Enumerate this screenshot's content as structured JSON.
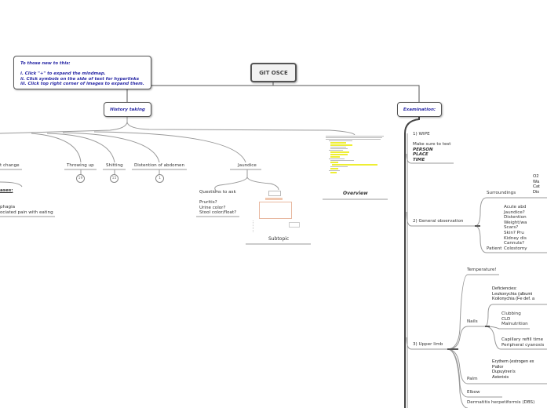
{
  "root": {
    "title": "GIT OSCE"
  },
  "instructions": {
    "heading": "To those new to this:",
    "lines": [
      "i. Click \"+\" to expand the mindmap.",
      "ii. Click symbols on the side of text for hyperlinks",
      "iii. Click top right corner of images to expand them."
    ]
  },
  "history": {
    "title": "History taking",
    "branches": [
      {
        "label": "t change"
      },
      {
        "label": "Throwing up",
        "count": "19"
      },
      {
        "label": "Shitting",
        "count": "15"
      },
      {
        "label": "Distention of abdomen",
        "count": "1"
      },
      {
        "label": "Jaundice"
      }
    ],
    "cases": {
      "label": "ases:",
      "lines": [
        "phagia",
        "ociated pain with eating"
      ]
    },
    "jaundice": {
      "questions": [
        "Questions to ask",
        "",
        "Pruritis?",
        "Urine color?",
        "Stool color/float?"
      ],
      "subtopic_label": "Subtopic"
    },
    "overview_label": "Overview"
  },
  "examination": {
    "title": "Examination:",
    "wipe": {
      "label": "1) WIPE",
      "note": "Make sure to test",
      "items": [
        "PERSON",
        "PLACE",
        "TIME"
      ]
    },
    "general": {
      "label": "2) General observation",
      "surroundings": {
        "label": "Surroundings",
        "items": [
          "O2",
          "Wa",
          "Cat",
          "Dis"
        ]
      },
      "patient": {
        "label": "Patient",
        "items": [
          "Acute abd",
          "Jaundice?",
          "Distention",
          "Weight/wa",
          "Scars?",
          "Skin? Pru",
          "Kidney dis",
          "Cannula?",
          "Colostomy"
        ]
      }
    },
    "upper_limb": {
      "label": "3) Upper limb",
      "temperature": "Temperature!",
      "nails": {
        "label": "Nails",
        "deficiencies": [
          "Deficiencies:",
          "Leukonychia (albumi",
          "Koilonychia (Fe def. a"
        ],
        "clubbing": [
          "Clubbing",
          "CLD",
          "Malnutrition"
        ],
        "capillary": [
          "Capillary refill time",
          "Peripheral cyanosis"
        ]
      },
      "palm": {
        "label": "Palm",
        "items": [
          "Erythem (estrogen ex",
          "Pallor",
          "Dupuytren's",
          "Asterixis"
        ]
      },
      "elbow": "Elbow",
      "dermatitis": "Dermatitis herpetiformis (DBS)"
    }
  }
}
